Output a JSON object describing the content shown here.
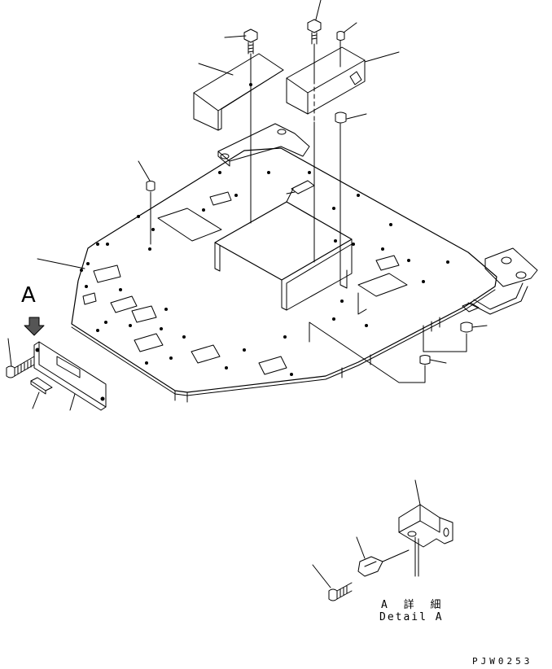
{
  "view_label": "A",
  "detail_label_jp": "A 詳 細",
  "detail_label_en": "Detail A",
  "drawing_number": "PJW0253",
  "colors": {
    "line": "#000000",
    "background": "#ffffff",
    "arrow_fill": "#555555"
  }
}
